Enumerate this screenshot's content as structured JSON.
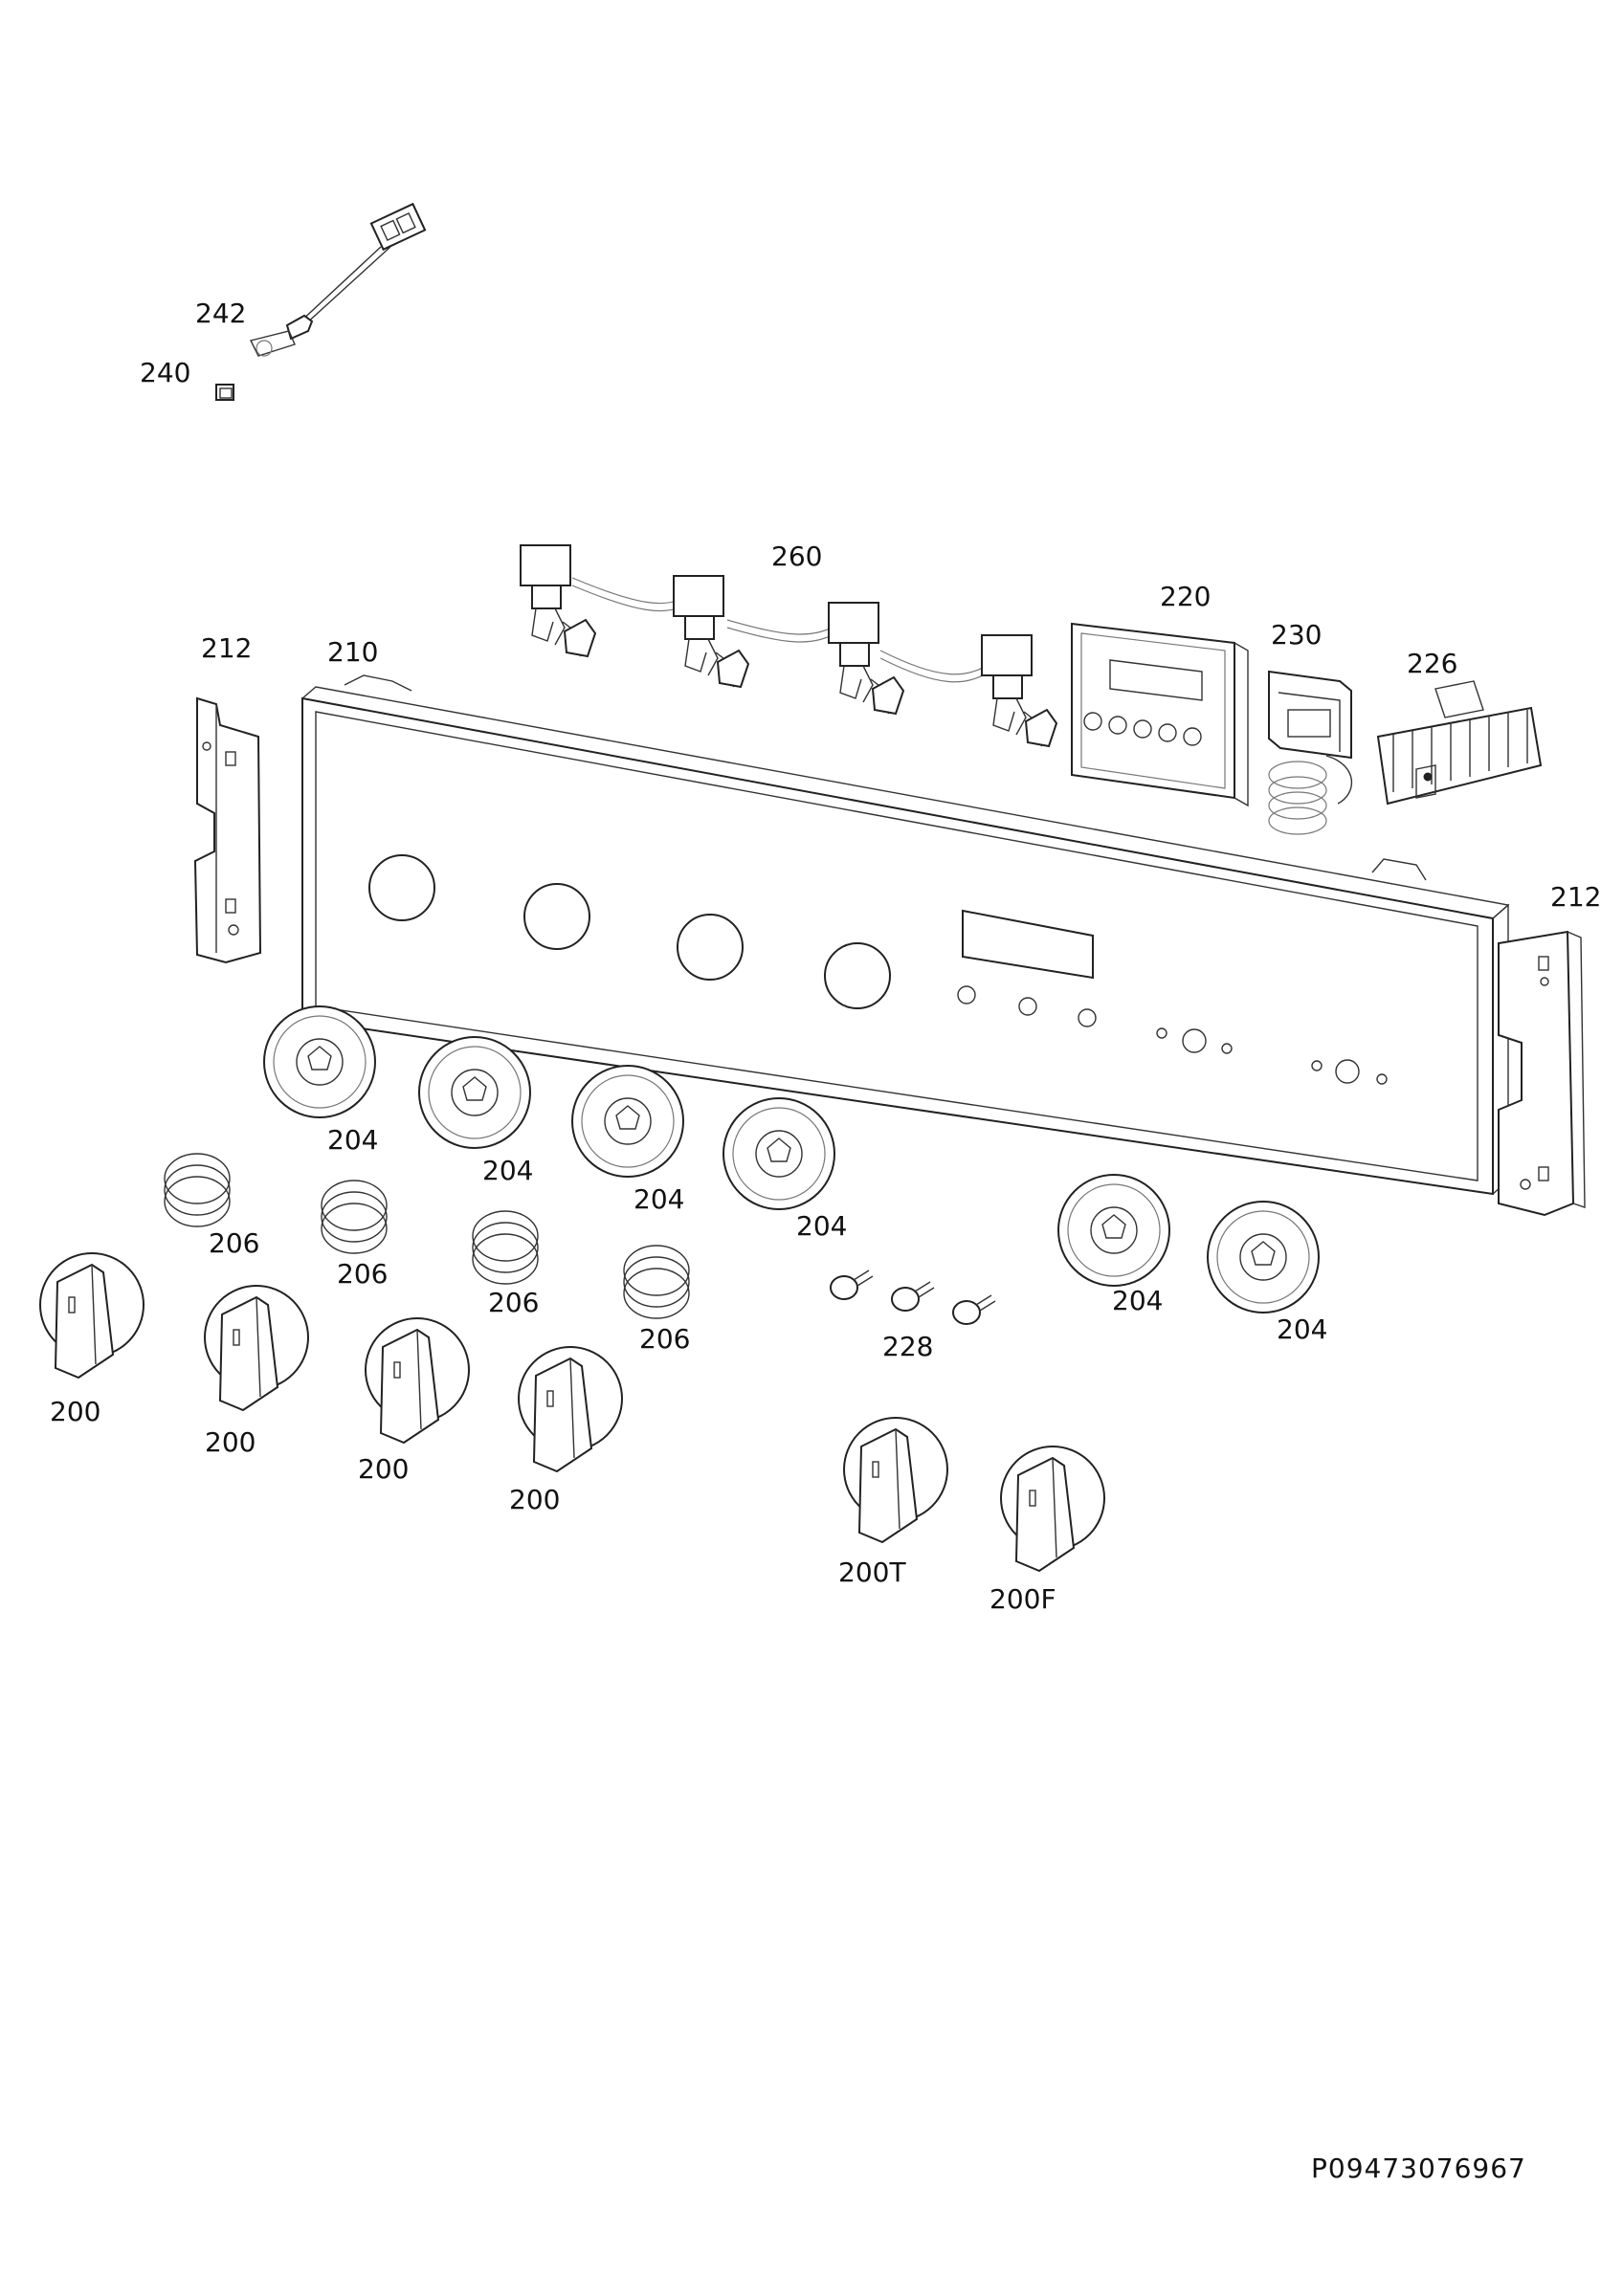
{
  "labels": {
    "l242": "242",
    "l240": "240",
    "l260": "260",
    "l212a": "212",
    "l210": "210",
    "l220": "220",
    "l230": "230",
    "l226": "226",
    "l212b": "212",
    "l204a": "204",
    "l204b": "204",
    "l204c": "204",
    "l204d": "204",
    "l204e": "204",
    "l204f": "204",
    "l206a": "206",
    "l206b": "206",
    "l206c": "206",
    "l206d": "206",
    "l228": "228",
    "l200a": "200",
    "l200b": "200",
    "l200c": "200",
    "l200d": "200",
    "l200T": "200T",
    "l200F": "200F"
  },
  "drawing_code": "P09473076967"
}
